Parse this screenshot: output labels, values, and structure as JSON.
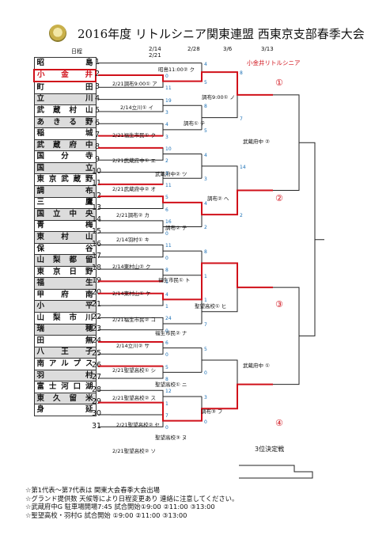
{
  "title": "2016年度 リトルシニア関東連盟 西東京支部春季大会",
  "headers": {
    "nittei": "日程",
    "d1": "2/14",
    "d1b": "2/21",
    "d2": "2/28",
    "d3": "3/6",
    "d4": "3/13"
  },
  "winner": "小金井リトルシニア",
  "teams": [
    {
      "no": "1",
      "name": "昭島",
      "hl": false
    },
    {
      "no": "2",
      "name": "小金井",
      "hl": true
    },
    {
      "no": "3",
      "name": "町田",
      "hl": false
    },
    {
      "no": "4",
      "name": "立川",
      "hl": false
    },
    {
      "no": "5",
      "name": "武蔵村山",
      "hl": false
    },
    {
      "no": "6",
      "name": "あきる野",
      "hl": false
    },
    {
      "no": "7",
      "name": "稲城",
      "hl": false
    },
    {
      "no": "8",
      "name": "武蔵府中",
      "hl": false
    },
    {
      "no": "9",
      "name": "国分寺",
      "hl": false
    },
    {
      "no": "10",
      "name": "国立",
      "hl": false
    },
    {
      "no": "11",
      "name": "東京武蔵野",
      "hl": false
    },
    {
      "no": "12",
      "name": "調布",
      "hl": false
    },
    {
      "no": "13",
      "name": "三鷹",
      "hl": false
    },
    {
      "no": "14",
      "name": "国立中央",
      "hl": false
    },
    {
      "no": "15",
      "name": "青梅",
      "hl": false
    },
    {
      "no": "16",
      "name": "東村山",
      "hl": false
    },
    {
      "no": "17",
      "name": "保谷",
      "hl": false
    },
    {
      "no": "18",
      "name": "山梨都留",
      "hl": false
    },
    {
      "no": "19",
      "name": "東京日野",
      "hl": false
    },
    {
      "no": "20",
      "name": "福生",
      "hl": false
    },
    {
      "no": "21",
      "name": "甲府南",
      "hl": false
    },
    {
      "no": "22",
      "name": "小平",
      "hl": false
    },
    {
      "no": "23",
      "name": "山梨市川",
      "hl": false
    },
    {
      "no": "24",
      "name": "瑞穂",
      "hl": false
    },
    {
      "no": "25",
      "name": "田無",
      "hl": false
    },
    {
      "no": "26",
      "name": "八王子",
      "hl": false
    },
    {
      "no": "27",
      "name": "南アルプス",
      "hl": false
    },
    {
      "no": "28",
      "name": "羽村",
      "hl": false
    },
    {
      "no": "29",
      "name": "富士河口湖",
      "hl": false
    },
    {
      "no": "30",
      "name": "東久留米",
      "hl": false
    },
    {
      "no": "31",
      "name": "身延",
      "hl": false
    }
  ],
  "match_labels": {
    "m_a": "昭島11:00② ク",
    "m_b": "2/21調布9:00① ア",
    "m_c": "調布9:00① ノ",
    "m_d": "2/14立川① イ",
    "m_e": "調布① テ",
    "m_f": "2/21福生市民① ク",
    "m_g": "武蔵府中 ②",
    "m_h": "2/21武蔵府中① エ",
    "m_i": "武蔵府中② ツ",
    "m_j": "2/21武蔵府中② オ",
    "m_k": "調布② ヘ",
    "m_l": "2/21調布② カ",
    "m_m": "調布② テ",
    "m_n": "2/14羽村① キ",
    "m_o": "2/14東村山② ク",
    "m_p": "福生市民① ト",
    "m_q": "2/14東村山① ケ",
    "m_r": "聖望高校① ヒ",
    "m_s": "2/21福生市民② コ",
    "m_t": "福生市民② ナ",
    "m_u": "2/14立川② サ",
    "m_v": "武蔵府中 ①",
    "m_w": "2/21聖望高校① シ",
    "m_x": "聖望高校① ニ",
    "m_y": "2/21聖望高校② ス",
    "m_z": "調布③ フ",
    "m_aa": "2/21聖望高校② セ",
    "m_ab": "聖望高校③ ヌ",
    "m_ac": "2/21聖望高校② ソ"
  },
  "circled": {
    "c1": "①",
    "c2": "②",
    "c3": "③",
    "c4": "④"
  },
  "third_place": "3位決定戦",
  "notes": [
    "☆第1代表～第7代表は 関東大会春季大会出場",
    "☆グランド提供数 天候等により日程変更あり 連絡に注意してください。",
    "☆武蔵府中G 駐車場開場7:45 試合開始①9:00 ②11:00 ③13:00",
    "☆聖望高校・羽村G 試合開始 ①9:00 ②11:00 ③13:00"
  ],
  "scores": {
    "s1": "0",
    "s2": "11",
    "s3": "19",
    "s4": "3",
    "s5": "4",
    "s6": "3",
    "s7": "10",
    "s8": "2",
    "s9": "3",
    "s10": "11",
    "s11": "5",
    "s12": "6",
    "s13": "16",
    "s14": "0",
    "s15": "11",
    "s16": "0",
    "s17": "8",
    "s18": "1",
    "s19": "4",
    "s20": "1",
    "s21": "24",
    "s22": "0",
    "s23": "6",
    "s24": "0",
    "s25": "5",
    "s26": "8",
    "s27": "12",
    "s28": "1",
    "s29": "7",
    "s30": "0",
    "s31": "4",
    "s32": "5",
    "s33": "8",
    "s34": "5",
    "s35": "4",
    "s36": "3",
    "s37": "4",
    "s38": "2",
    "s39": "8",
    "s40": "1",
    "s41": "1",
    "s42": "7",
    "s43": "5",
    "s44": "0",
    "s45": "3",
    "s46": "0",
    "s47": "8",
    "s48": "7",
    "s49": "14",
    "s50": "2"
  }
}
